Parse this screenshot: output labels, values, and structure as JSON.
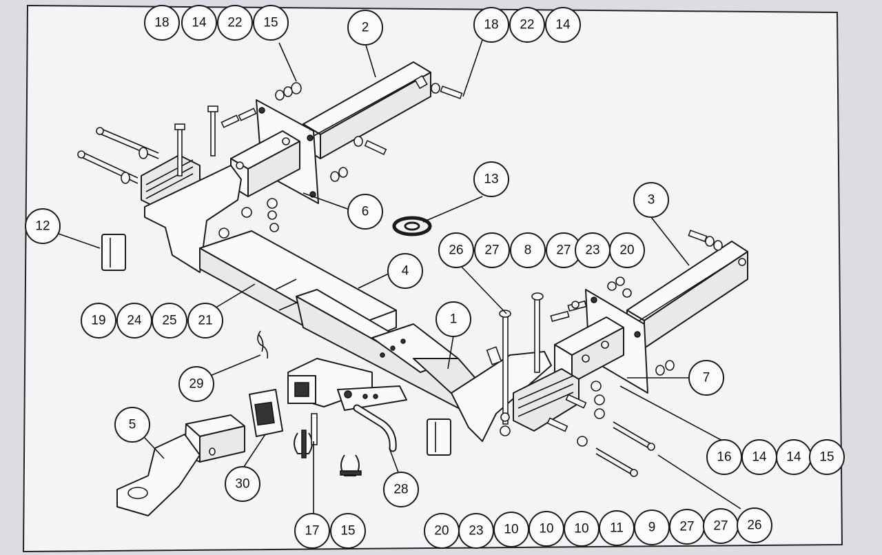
{
  "diagram": {
    "callouts": {
      "top_left": [
        "18",
        "14",
        "22",
        "15"
      ],
      "top_right": [
        "18",
        "22",
        "14"
      ],
      "part_2": "2",
      "part_3": "3",
      "part_13": "13",
      "part_6": "6",
      "part_12": "12",
      "part_4": "4",
      "part_1": "1",
      "mid_row": [
        "26",
        "27",
        "8",
        "27",
        "23",
        "20"
      ],
      "left_row": [
        "19",
        "24",
        "25",
        "21"
      ],
      "part_7": "7",
      "part_29": "29",
      "part_5": "5",
      "part_30": "30",
      "part_28": "28",
      "bottom_left": [
        "17",
        "15"
      ],
      "right_row": [
        "16",
        "14",
        "14",
        "15"
      ],
      "bottom_row": [
        "20",
        "23",
        "10",
        "10",
        "10",
        "11",
        "9",
        "27",
        "27",
        "26"
      ]
    }
  }
}
